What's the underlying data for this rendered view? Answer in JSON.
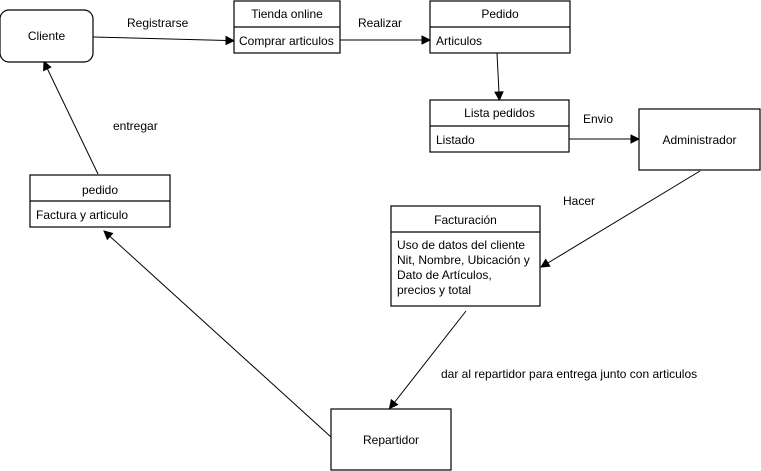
{
  "nodes": {
    "cliente": {
      "label": "Cliente"
    },
    "tienda": {
      "title": "Tienda online",
      "body": "Comprar articulos"
    },
    "pedido_top": {
      "title": "Pedido",
      "body": "Articulos"
    },
    "lista": {
      "title": "Lista pedidos",
      "body": "Listado"
    },
    "administrador": {
      "label": "Administrador"
    },
    "facturacion": {
      "title": "Facturación",
      "body_lines": [
        "Uso de datos del cliente",
        "Nit, Nombre, Ubicación y",
        "Dato de Artículos,",
        "precios y total"
      ]
    },
    "pedido_left": {
      "title": "pedido",
      "body": "Factura y articulo"
    },
    "repartidor": {
      "label": "Repartidor"
    }
  },
  "edges": {
    "registrarse": "Registrarse",
    "realizar": "Realizar",
    "envio": "Envio",
    "hacer": "Hacer",
    "dar": "dar al repartidor para entrega junto con articulos",
    "entregar": "entregar"
  }
}
